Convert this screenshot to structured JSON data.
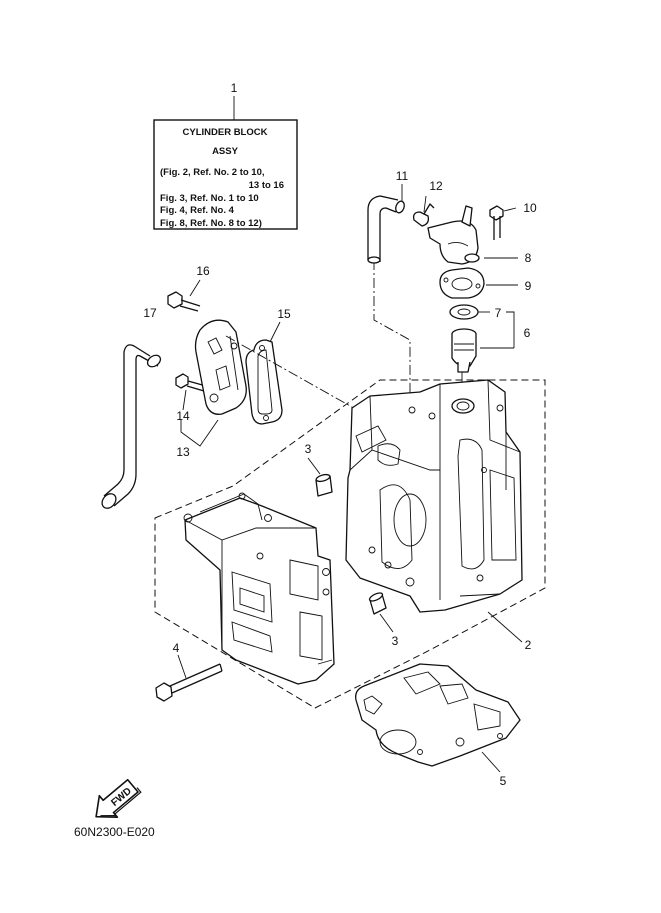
{
  "assembly_box": {
    "lines": [
      "CYLINDER BLOCK",
      "ASSY",
      "(Fig. 2, Ref. No. 2 to 10,",
      "13 to 16",
      "Fig. 3, Ref. No. 1 to 10",
      "Fig. 4, Ref. No. 4",
      "Fig. 8, Ref. No. 8 to 12)"
    ]
  },
  "callouts": {
    "c1": "1",
    "c2": "2",
    "c3a": "3",
    "c3b": "3",
    "c4": "4",
    "c5": "5",
    "c6": "6",
    "c7": "7",
    "c8": "8",
    "c9": "9",
    "c10": "10",
    "c11": "11",
    "c12": "12",
    "c13": "13",
    "c14": "14",
    "c15": "15",
    "c16": "16",
    "c17": "17"
  },
  "fwd_label": "FWD",
  "figure_code": "60N2300-E020",
  "icons": [
    "fwd-arrow-icon"
  ]
}
